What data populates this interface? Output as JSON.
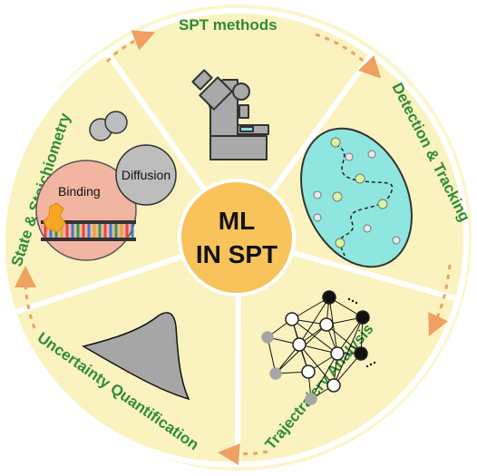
{
  "center": {
    "line1": "ML",
    "line2": "IN SPT"
  },
  "segments": {
    "spt_methods": "SPT methods",
    "detection_tracking": "Detection & Tracking",
    "trajectory_analysis": "Trajectraicry Analysis",
    "uncertainty": "Uncertainty Quantification",
    "state_stoichiometry": "State & Stoichiometry"
  },
  "inner_labels": {
    "binding": "Binding",
    "diffusion": "Diffusion"
  },
  "colors": {
    "segment_fill": "#faf3bf",
    "ring_fill": "#fbf6cc",
    "center_fill": "#f7c35a",
    "label_green": "#2e8b3a",
    "arrow_orange": "#f0a060",
    "cell_fill": "#8ee6df",
    "binding_fill": "#f2b5a1",
    "gray_shape": "#a6a6a6"
  }
}
